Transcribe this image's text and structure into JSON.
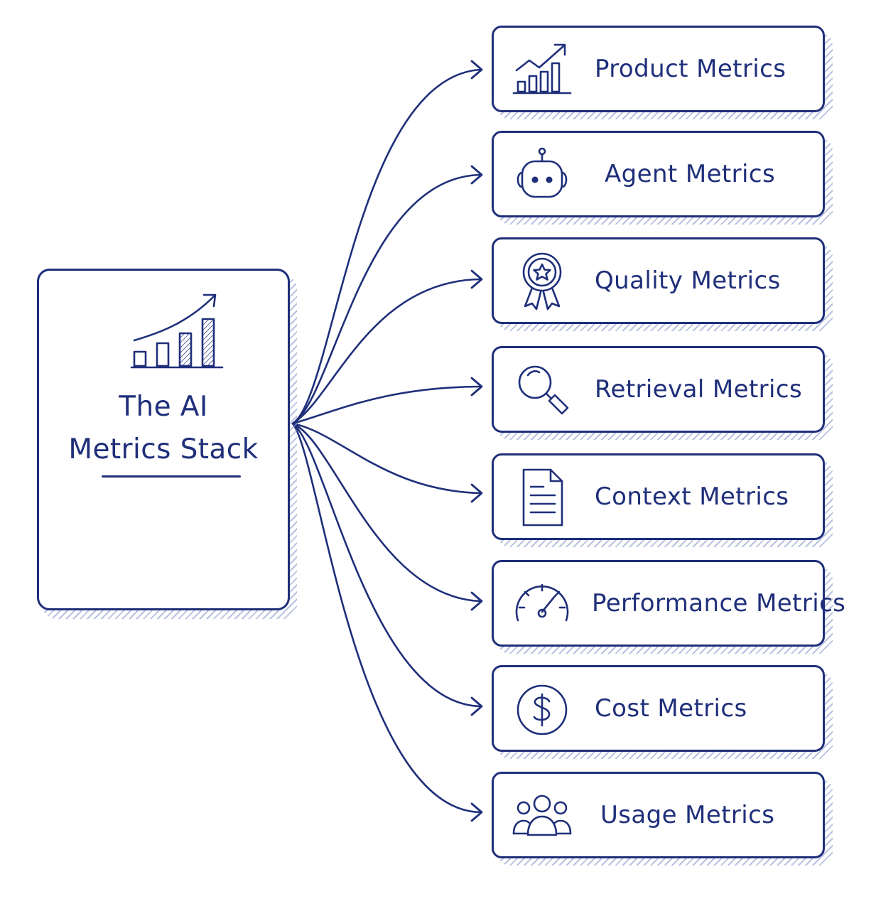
{
  "main": {
    "title_line1": "The AI",
    "title_line2": "Metrics Stack",
    "icon": "rising-bar-chart-icon"
  },
  "metrics": [
    {
      "label": "Product Metrics",
      "icon": "growth-chart-icon"
    },
    {
      "label": "Agent Metrics",
      "icon": "robot-icon"
    },
    {
      "label": "Quality Metrics",
      "icon": "award-badge-icon"
    },
    {
      "label": "Retrieval Metrics",
      "icon": "magnifier-icon"
    },
    {
      "label": "Context Metrics",
      "icon": "document-icon"
    },
    {
      "label": "Performance Metrics",
      "icon": "speedometer-icon"
    },
    {
      "label": "Cost Metrics",
      "icon": "dollar-coin-icon"
    },
    {
      "label": "Usage Metrics",
      "icon": "users-group-icon"
    }
  ],
  "colors": {
    "ink": "#1f2f7a",
    "hatch": "#7f8fc7",
    "background": "#ffffff"
  }
}
